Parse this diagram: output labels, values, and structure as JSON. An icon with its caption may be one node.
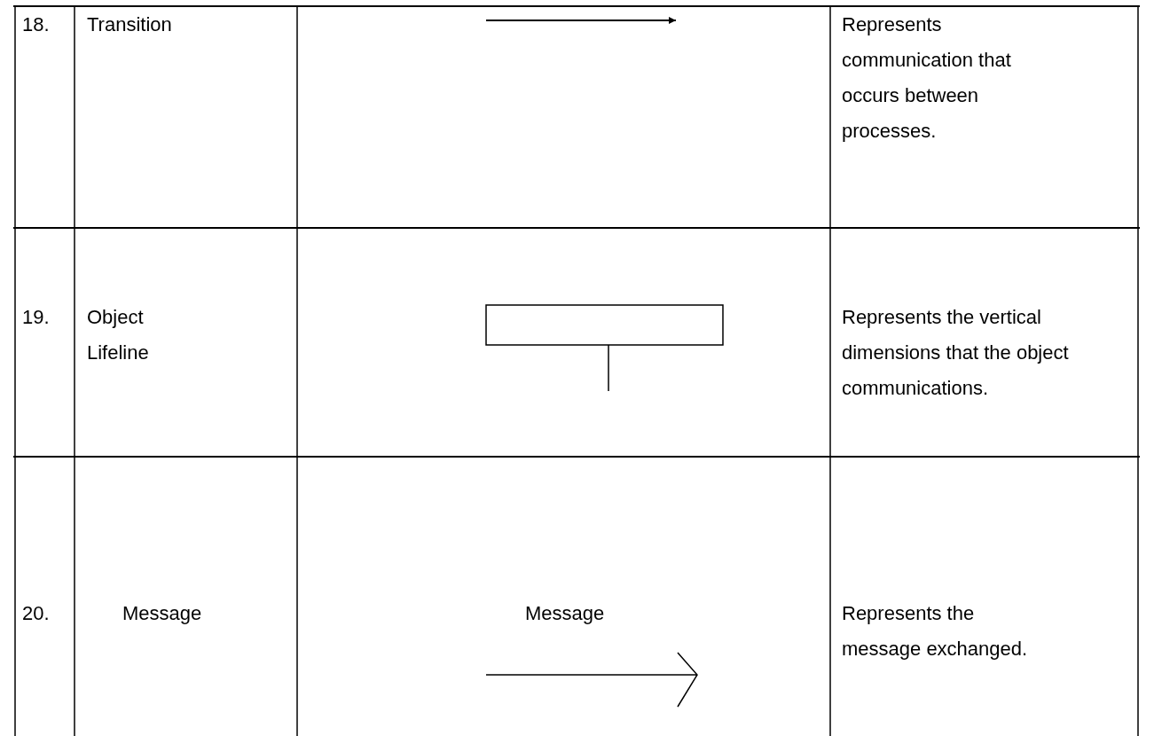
{
  "diagram": {
    "labels": [
      "18.",
      "Transition",
      "Represents communication that occurs between processes.",
      "19.",
      "Object Lifeline",
      "Represents the vertical dimensions that the object communications.",
      "20.",
      "Message",
      "Message",
      "Represents the message exchanged."
    ]
  }
}
